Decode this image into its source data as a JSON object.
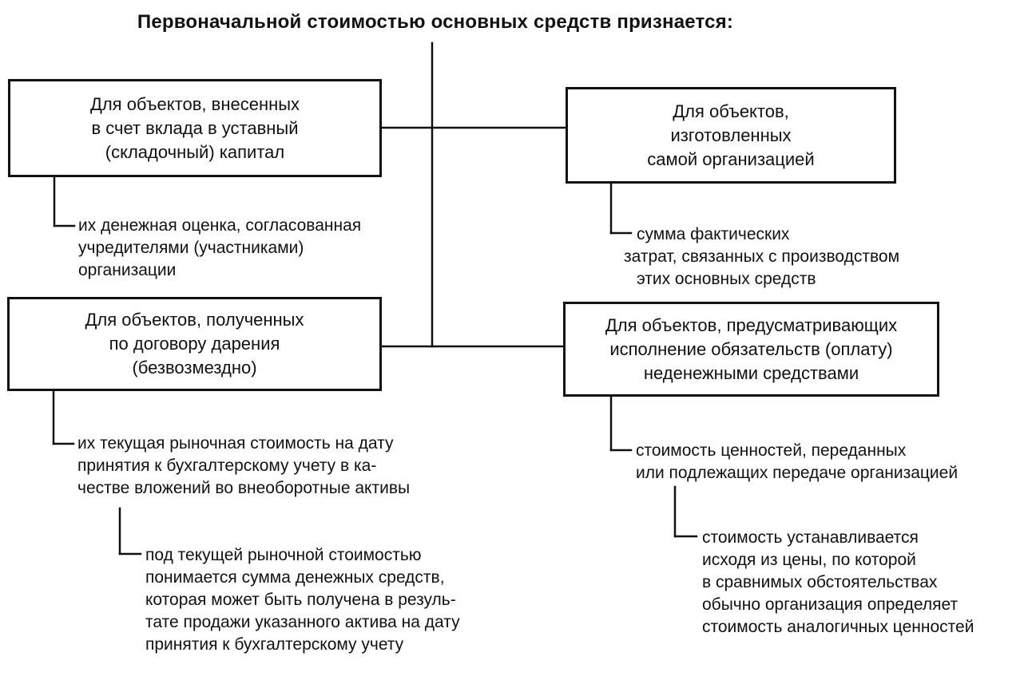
{
  "title": "Первоначальной стоимостью основных средств признается:",
  "boxes": {
    "contribution": [
      "Для объектов, внесенных",
      "в счет вклада в уставный",
      "(складочный)  капитал"
    ],
    "self_made": [
      "Для объектов,",
      "изготовленных",
      "самой организацией"
    ],
    "gift": [
      "Для объектов, полученных",
      "по договору дарения",
      "(безвозмездно)"
    ],
    "non_monetary": [
      "Для объектов, предусматривающих",
      "исполнение обязательств (оплату)",
      "неденежными средствами"
    ]
  },
  "notes": {
    "contribution": [
      "их денежная оценка, согласованная",
      "учредителями (участниками)",
      "организации"
    ],
    "self_made": [
      "сумма фактических",
      "затрат, связанных с производством",
      "этих основных средств"
    ],
    "gift": [
      "их текущая рыночная стоимость на дату",
      "принятия к бухгалтерскому  учету в ка-",
      "честве вложений во внеоборотные активы"
    ],
    "gift_market_value": [
      "под текущей рыночной стоимостью",
      "понимается сумма денежных средств,",
      "которая может быть получена в резуль-",
      "тате продажи указанного актива на дату",
      "принятия к бухгалтерскому учету"
    ],
    "non_monetary": [
      "стоимость ценностей, переданных",
      "или подлежащих передаче организацией"
    ],
    "non_monetary_price": [
      "стоимость устанавливается",
      "исходя из цены, по которой",
      "в сравнимых обстоятельствах",
      "обычно организация определяет",
      "стоимость аналогичных ценностей"
    ]
  }
}
